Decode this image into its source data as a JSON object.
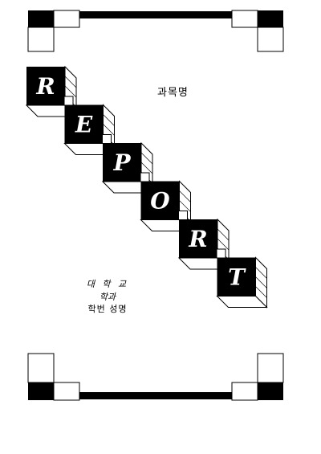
{
  "cover": {
    "letters": [
      "R",
      "E",
      "P",
      "O",
      "R",
      "T"
    ],
    "subject_label": "과목명",
    "info": {
      "school": "대 학 교",
      "department": "학과",
      "student": "학번 성명"
    },
    "colors": {
      "ink": "#000000",
      "paper": "#ffffff"
    }
  }
}
